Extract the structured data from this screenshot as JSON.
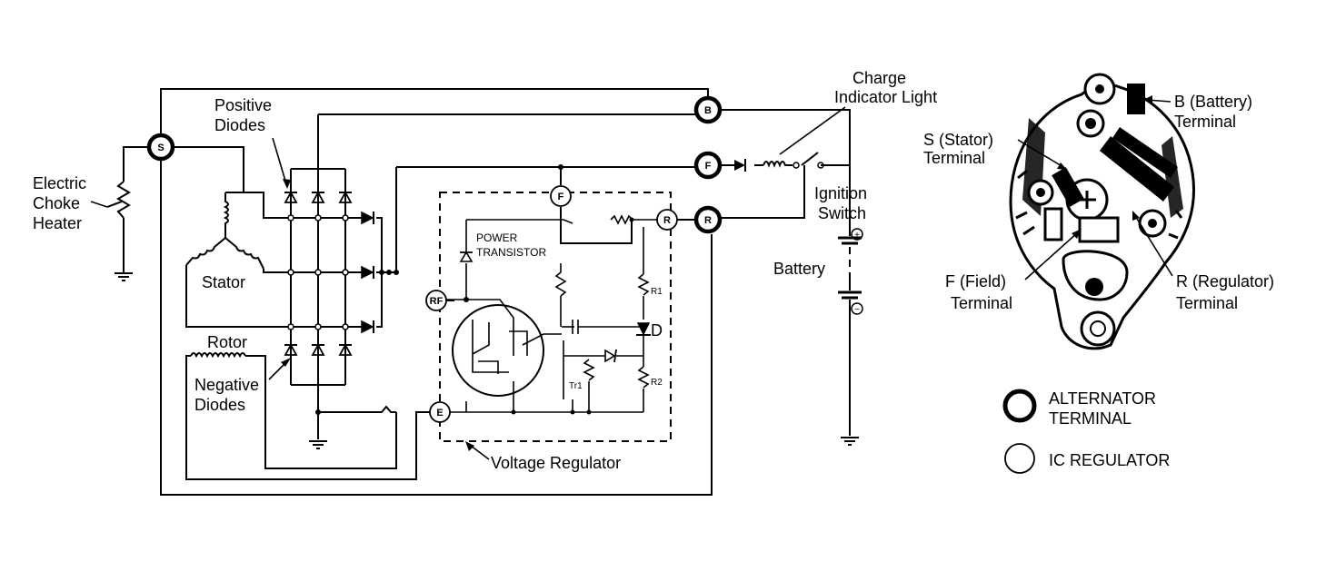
{
  "labels": {
    "electric_choke_heater": [
      "Electric",
      "Choke",
      "Heater"
    ],
    "positive_diodes": [
      "Positive",
      "Diodes"
    ],
    "stator": "Stator",
    "rotor": "Rotor",
    "negative_diodes": [
      "Negative",
      "Diodes"
    ],
    "power_transistor": [
      "POWER",
      "TRANSISTOR"
    ],
    "voltage_regulator": "Voltage Regulator",
    "charge_indicator_light": [
      "Charge",
      "Indicator Light"
    ],
    "ignition_switch": [
      "Ignition",
      "Switch"
    ],
    "battery": "Battery",
    "r1": "R1",
    "r2": "R2",
    "tr1": "Tr1",
    "d": "D",
    "plus": "+",
    "minus": "−"
  },
  "terminals": {
    "s": "S",
    "b": "B",
    "f": "F",
    "r": "R",
    "reg_f": "F",
    "reg_r": "R",
    "reg_rf": "RF",
    "reg_e": "E"
  },
  "alternator_callouts": {
    "b_terminal": [
      "B (Battery)",
      "Terminal"
    ],
    "s_terminal": [
      "S (Stator)",
      "Terminal"
    ],
    "f_terminal": [
      "F (Field)",
      "Terminal"
    ],
    "r_terminal": [
      "R (Regulator)",
      "Terminal"
    ]
  },
  "legend": [
    {
      "lines": [
        "ALTERNATOR",
        "TERMINAL"
      ],
      "style": "thick"
    },
    {
      "lines": [
        "IC REGULATOR"
      ],
      "style": "thin"
    }
  ]
}
